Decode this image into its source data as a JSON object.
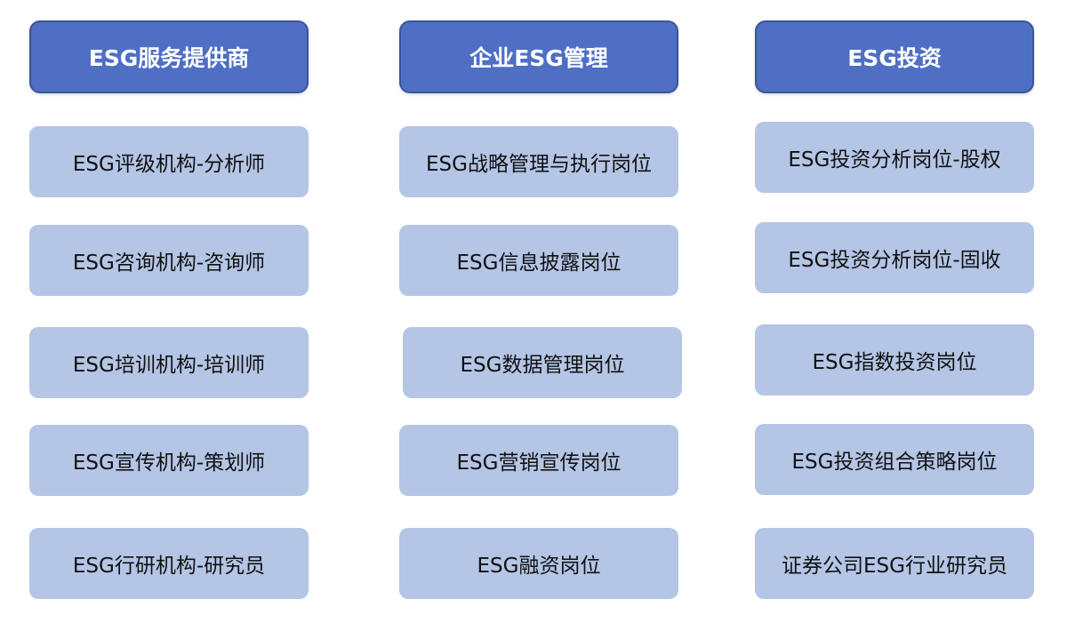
{
  "columns": [
    {
      "header": "ESG服务提供商",
      "items": [
        "ESG评级机构-分析师",
        "ESG咨询机构-咨询师",
        "ESG培训机构-培训师",
        "ESG宣传机构-策划师",
        "ESG行研机构-研究员"
      ]
    },
    {
      "header": "企业ESG管理",
      "items": [
        "ESG战略管理与执行岗位",
        "ESG信息披露岗位",
        "ESG数据管理岗位",
        "ESG营销宣传岗位",
        "ESG融资岗位"
      ]
    },
    {
      "header": "ESG投资",
      "items": [
        "ESG投资分析岗位-股权",
        "ESG投资分析岗位-固收",
        "ESG指数投资岗位",
        "ESG投资组合策略岗位",
        "证券公司ESG行业研究员"
      ]
    }
  ],
  "colors": {
    "header_fill": "#4e6fc3",
    "header_border": "#3a5498",
    "item_fill": "#b4c5e5"
  }
}
